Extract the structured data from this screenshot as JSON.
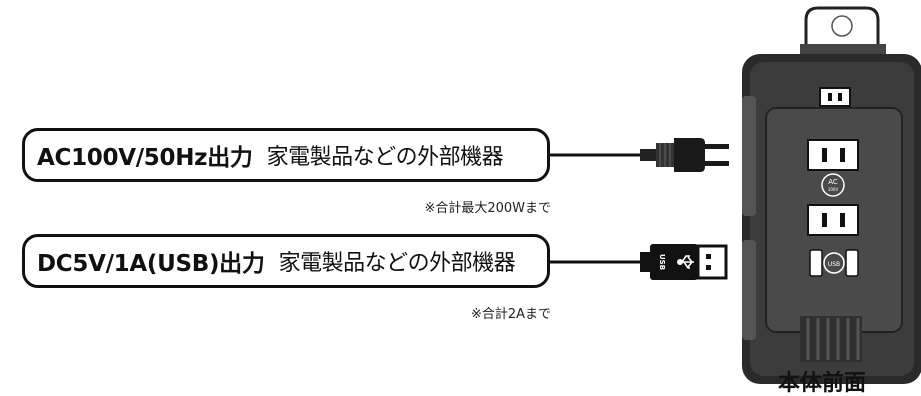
{
  "ac": {
    "title": "AC100V/50Hz出力",
    "desc": "家電製品などの外部機器",
    "note": "※合計最大200Wまで"
  },
  "dc": {
    "title": "DC5V/1A(USB)出力",
    "desc": "家電製品などの外部機器",
    "note": "※合計2Aまで"
  },
  "device": {
    "ac_badge_top": "AC",
    "ac_badge_bottom": "100V",
    "usb_badge": "USB",
    "usb_plug_text": "USB"
  },
  "caption": "本体前面"
}
